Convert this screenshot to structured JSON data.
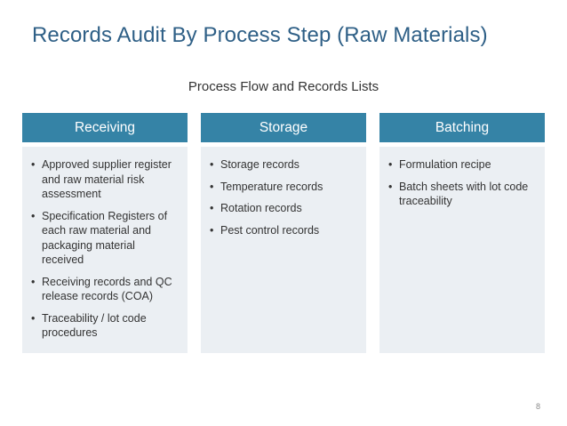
{
  "slide": {
    "title": "Records Audit By Process Step (Raw Materials)",
    "subtitle": "Process Flow and Records Lists",
    "page_number": "8"
  },
  "colors": {
    "title": "#2e5f86",
    "header": "#3583a6",
    "body_bg": "#ebeff3"
  },
  "columns": [
    {
      "header": "Receiving",
      "items": [
        "Approved supplier register and raw material risk assessment",
        "Specification Registers of each raw material and packaging material received",
        "Receiving records and QC release records (COA)",
        "Traceability / lot code procedures"
      ]
    },
    {
      "header": "Storage",
      "items": [
        "Storage records",
        "Temperature records",
        "Rotation records",
        "Pest control records"
      ]
    },
    {
      "header": "Batching",
      "items": [
        "Formulation recipe",
        "Batch sheets with lot code traceability"
      ]
    }
  ]
}
